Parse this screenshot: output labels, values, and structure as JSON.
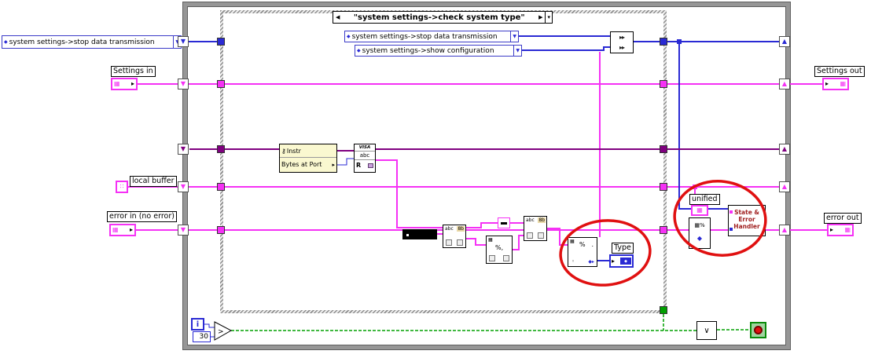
{
  "icons": {
    "dropdown": "▼",
    "decrement": "◀",
    "increment": "▶",
    "menu": "▾",
    "shift_down": "▼",
    "shift_up": "▲",
    "diamond": "◆",
    "arrow_right": "▸",
    "cluster_grid": "▦",
    "array_dots": "∷",
    "key": "⚷",
    "or_glyph": "∨",
    "greater_glyph": ">",
    "build_glyph": "▸▸",
    "circle_glyph": "◦",
    "enum_out_glyph": "◆▸"
  },
  "outer": {
    "enum_stop_label": "system settings->stop data transmission",
    "settings_in_label": "Settings in",
    "settings_out_label": "Settings out",
    "local_buffer_label": "local buffer",
    "error_in_label": "error in (no error)",
    "error_out_label": "error out"
  },
  "case_structure": {
    "selector_label": "\"system settings->check system type\"",
    "enum_stop_transmission": "system settings->stop data transmission",
    "enum_show_configuration": "system settings->show configuration"
  },
  "nodes": {
    "property_node": {
      "class_label": "Instr",
      "property_label": "Bytes at Port"
    },
    "visa_read": {
      "line1": "VISA",
      "line2": "abc",
      "line3": "R"
    },
    "string_node": {
      "text1": "abc",
      "text2": "8b"
    },
    "scan_node": {
      "text1": "▦",
      "text2": "%,"
    },
    "format_node": {
      "text1": "▦",
      "text2": "%",
      "text3": "."
    },
    "type_label": "Type",
    "unified_label": "unified",
    "bundle_node": {
      "text1": "▦%",
      "text2": "◆"
    },
    "handler_node": {
      "line1": "State &",
      "line2": "Error",
      "line3": "Handler"
    }
  },
  "loop": {
    "iteration_label": "i",
    "count_constant": "30"
  }
}
